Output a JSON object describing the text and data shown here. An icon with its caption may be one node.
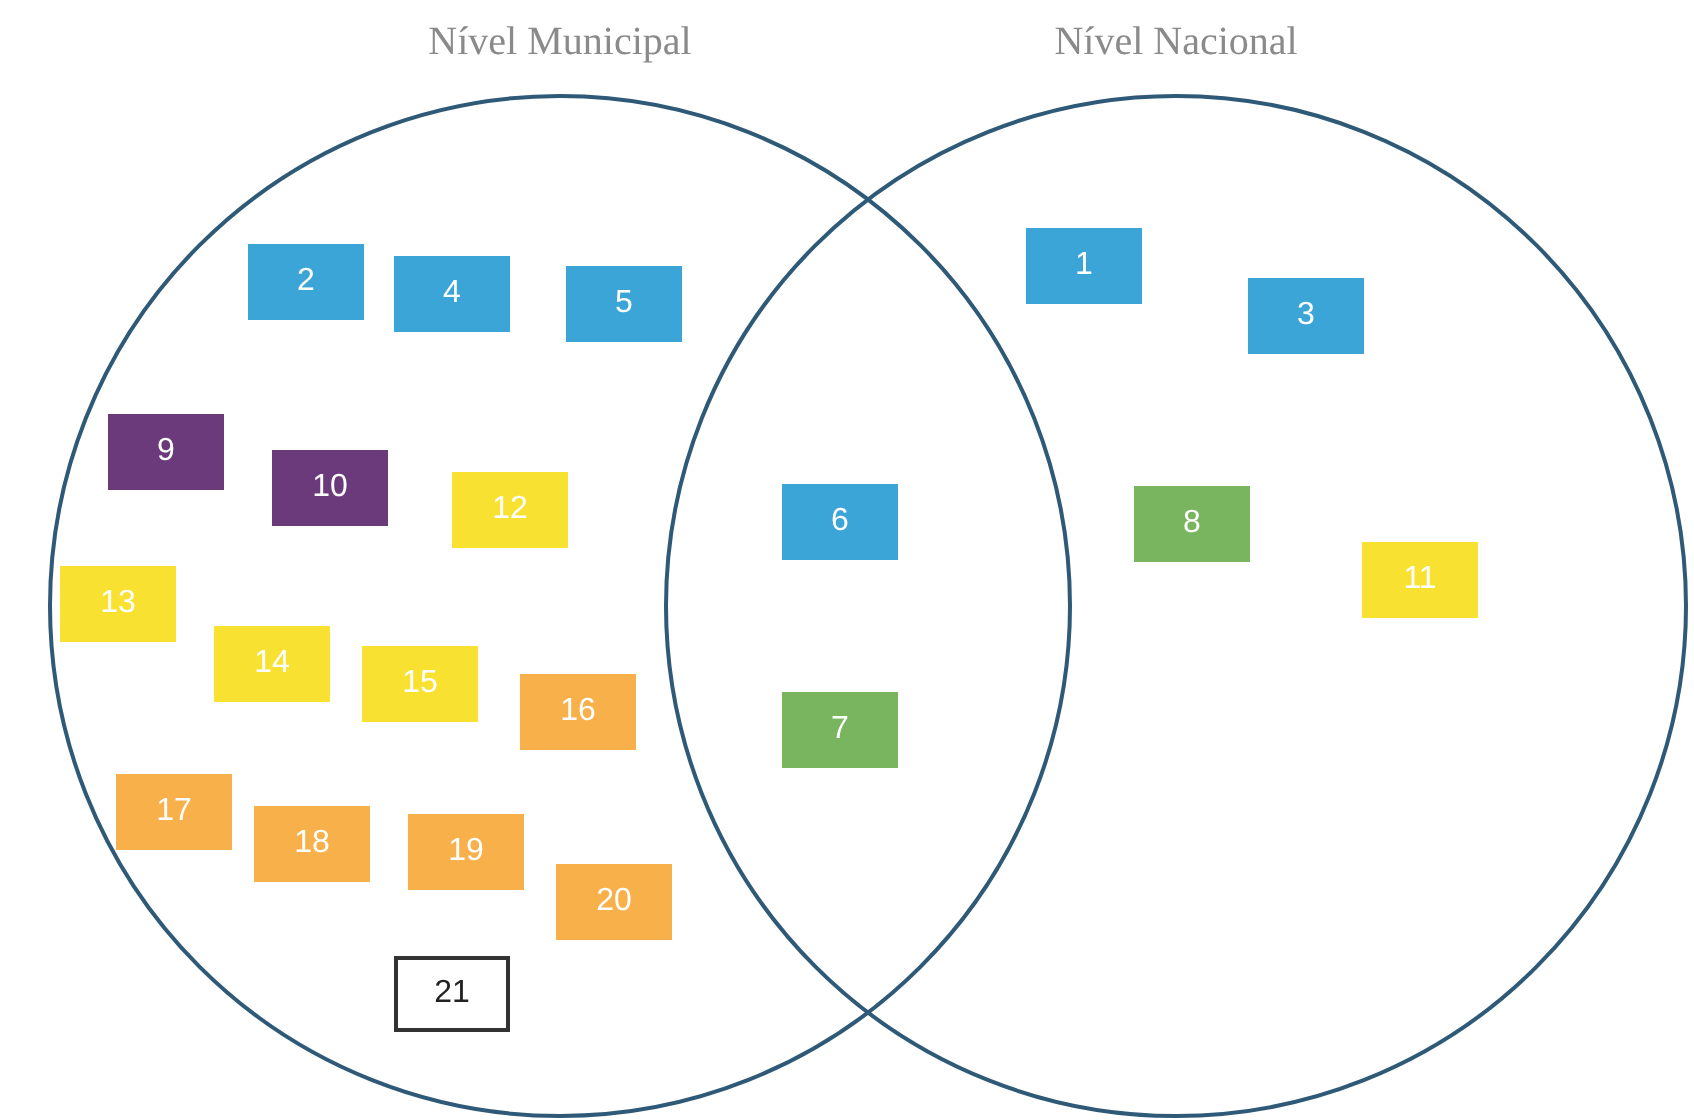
{
  "diagram": {
    "nodes": [
      {
        "text": [
          "Nível Municipal"
        ]
      },
      {
        "text": [
          "Nível Nacional"
        ]
      },
      {
        "text": [
          "1"
        ],
        "in": 1
      },
      {
        "text": [
          "2"
        ],
        "in": 0
      },
      {
        "text": [
          "3"
        ],
        "in": 1
      },
      {
        "text": [
          "4"
        ],
        "in": 0
      },
      {
        "text": [
          "5"
        ],
        "in": 0
      },
      {
        "text": [
          "6"
        ]
      },
      {
        "text": [
          "7"
        ]
      },
      {
        "text": [
          "8"
        ],
        "in": 1
      },
      {
        "text": [
          "9"
        ],
        "in": 0
      },
      {
        "text": [
          "10"
        ],
        "in": 0
      },
      {
        "text": [
          "11"
        ],
        "in": 1
      },
      {
        "text": [
          "12"
        ],
        "in": 0
      },
      {
        "text": [
          "13"
        ],
        "in": 0
      },
      {
        "text": [
          "14"
        ],
        "in": 0
      },
      {
        "text": [
          "15"
        ],
        "in": 0
      },
      {
        "text": [
          "16"
        ],
        "in": 0
      },
      {
        "text": [
          "17"
        ],
        "in": 0
      },
      {
        "text": [
          "18"
        ],
        "in": 0
      },
      {
        "text": [
          "19"
        ],
        "in": 0
      },
      {
        "text": [
          "20"
        ],
        "in": 0
      },
      {
        "text": [
          "21"
        ],
        "in": 0
      }
    ]
  }
}
